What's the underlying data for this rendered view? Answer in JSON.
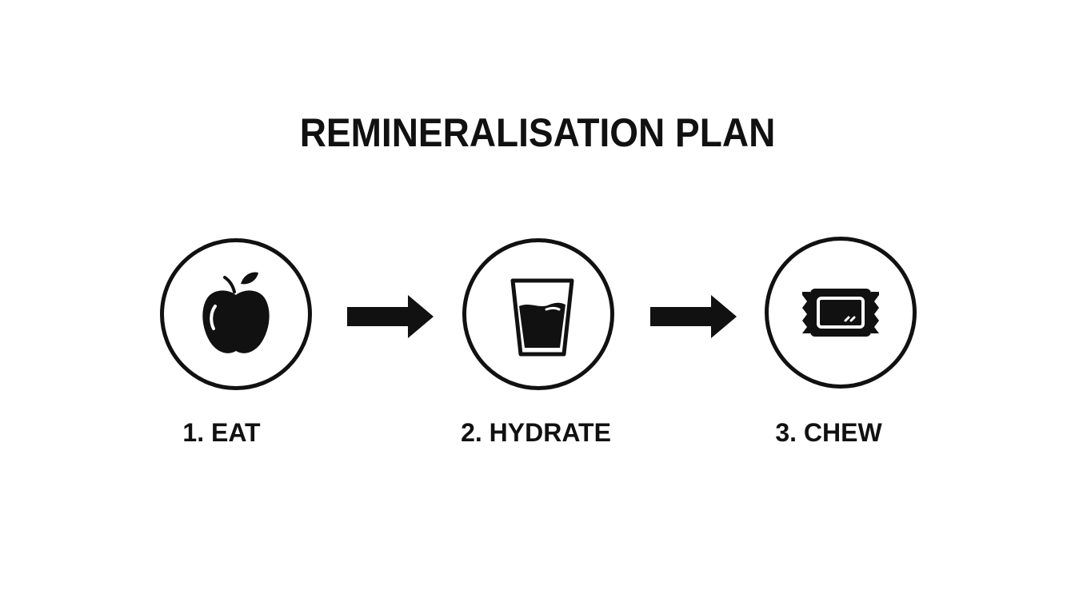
{
  "title": "REMINERALISATION PLAN",
  "colors": {
    "ink": "#111111",
    "background": "#ffffff"
  },
  "steps": [
    {
      "label": "1. EAT",
      "icon": "apple-icon"
    },
    {
      "label": "2. HYDRATE",
      "icon": "water-glass-icon"
    },
    {
      "label": "3. CHEW",
      "icon": "gum-pack-icon"
    }
  ],
  "connectors": [
    "arrow-right-icon",
    "arrow-right-icon"
  ]
}
